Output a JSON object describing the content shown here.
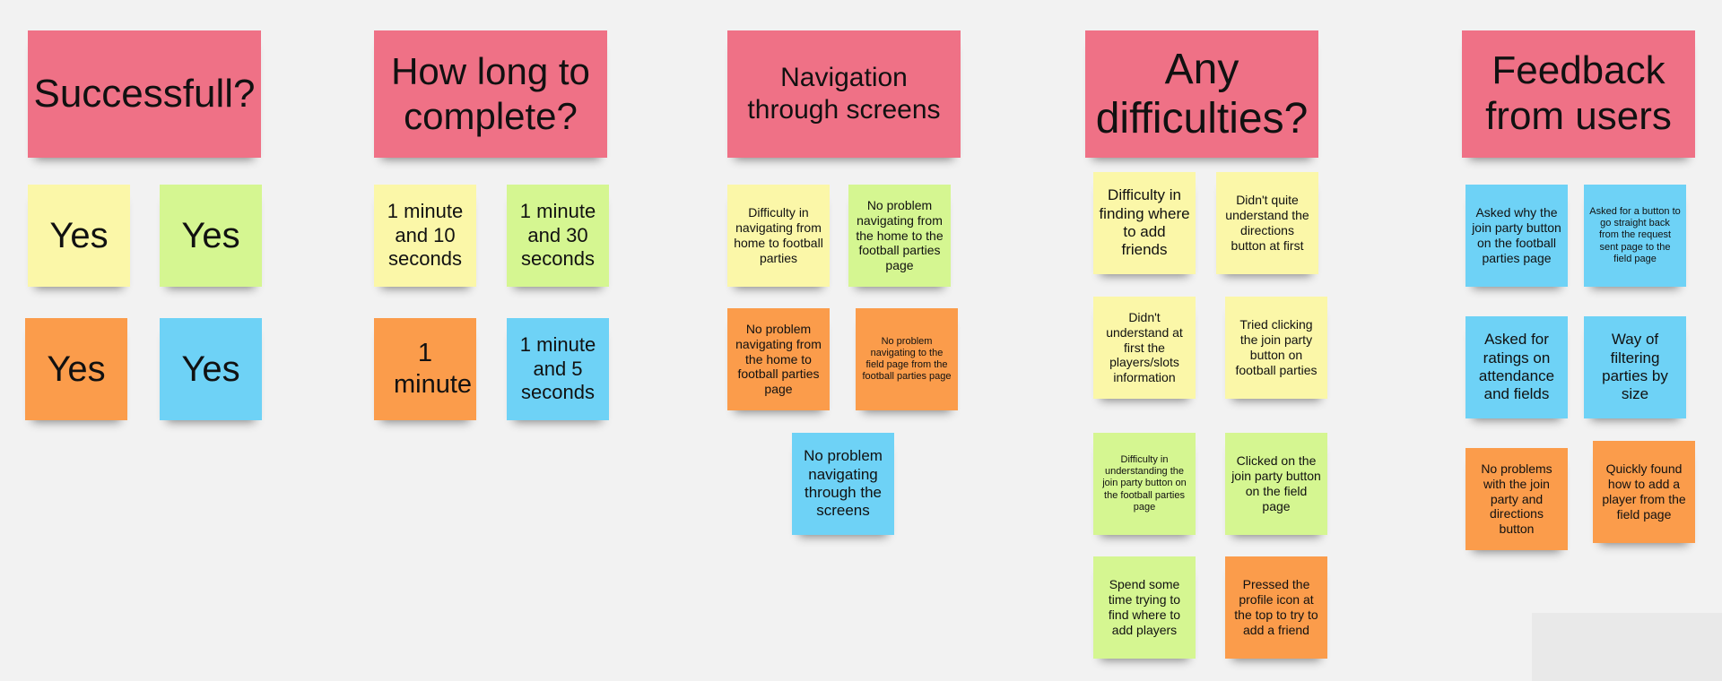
{
  "columns": [
    {
      "header": "Successfull?",
      "notes": [
        "Yes",
        "Yes",
        "Yes",
        "Yes"
      ]
    },
    {
      "header": "How long to complete?",
      "notes": [
        "1 minute and 10 seconds",
        "1 minute and 30 seconds",
        "1 minute",
        "1 minute and 5 seconds"
      ]
    },
    {
      "header": "Navigation through screens",
      "notes": [
        "Difficulty in navigating from home to football parties",
        "No problem navigating from the home to the football parties page",
        "No problem navigating from the home to football parties page",
        "No problem navigating to the field page from the football parties page",
        "No problem navigating through the screens"
      ]
    },
    {
      "header": "Any difficulties?",
      "notes": [
        "Difficulty in finding where to add friends",
        "Didn't quite understand the directions button at first",
        "Didn't understand at first the players/slots information",
        "Tried clicking the join party button on football parties",
        "Difficulty in understanding the join party button on the football parties page",
        "Clicked on the join party button on the field page",
        "Spend some time trying to find where to add players",
        "Pressed the profile icon at the top to try to add a friend"
      ]
    },
    {
      "header": "Feedback from users",
      "notes": [
        "Asked why the join party button on the football parties page",
        "Asked for a button to go straight back from the request sent page to the field page",
        "Asked for ratings on attendance and fields",
        "Way of filtering parties by size",
        "No problems with the join party and directions button",
        "Quickly found how to add a player from the field page"
      ]
    }
  ],
  "colors": {
    "pink": "#ef7186",
    "yellow": "#fbf7a8",
    "green": "#d5f691",
    "orange": "#fb9c4b",
    "blue": "#6ed2f6",
    "background": "#f2f2f2"
  }
}
